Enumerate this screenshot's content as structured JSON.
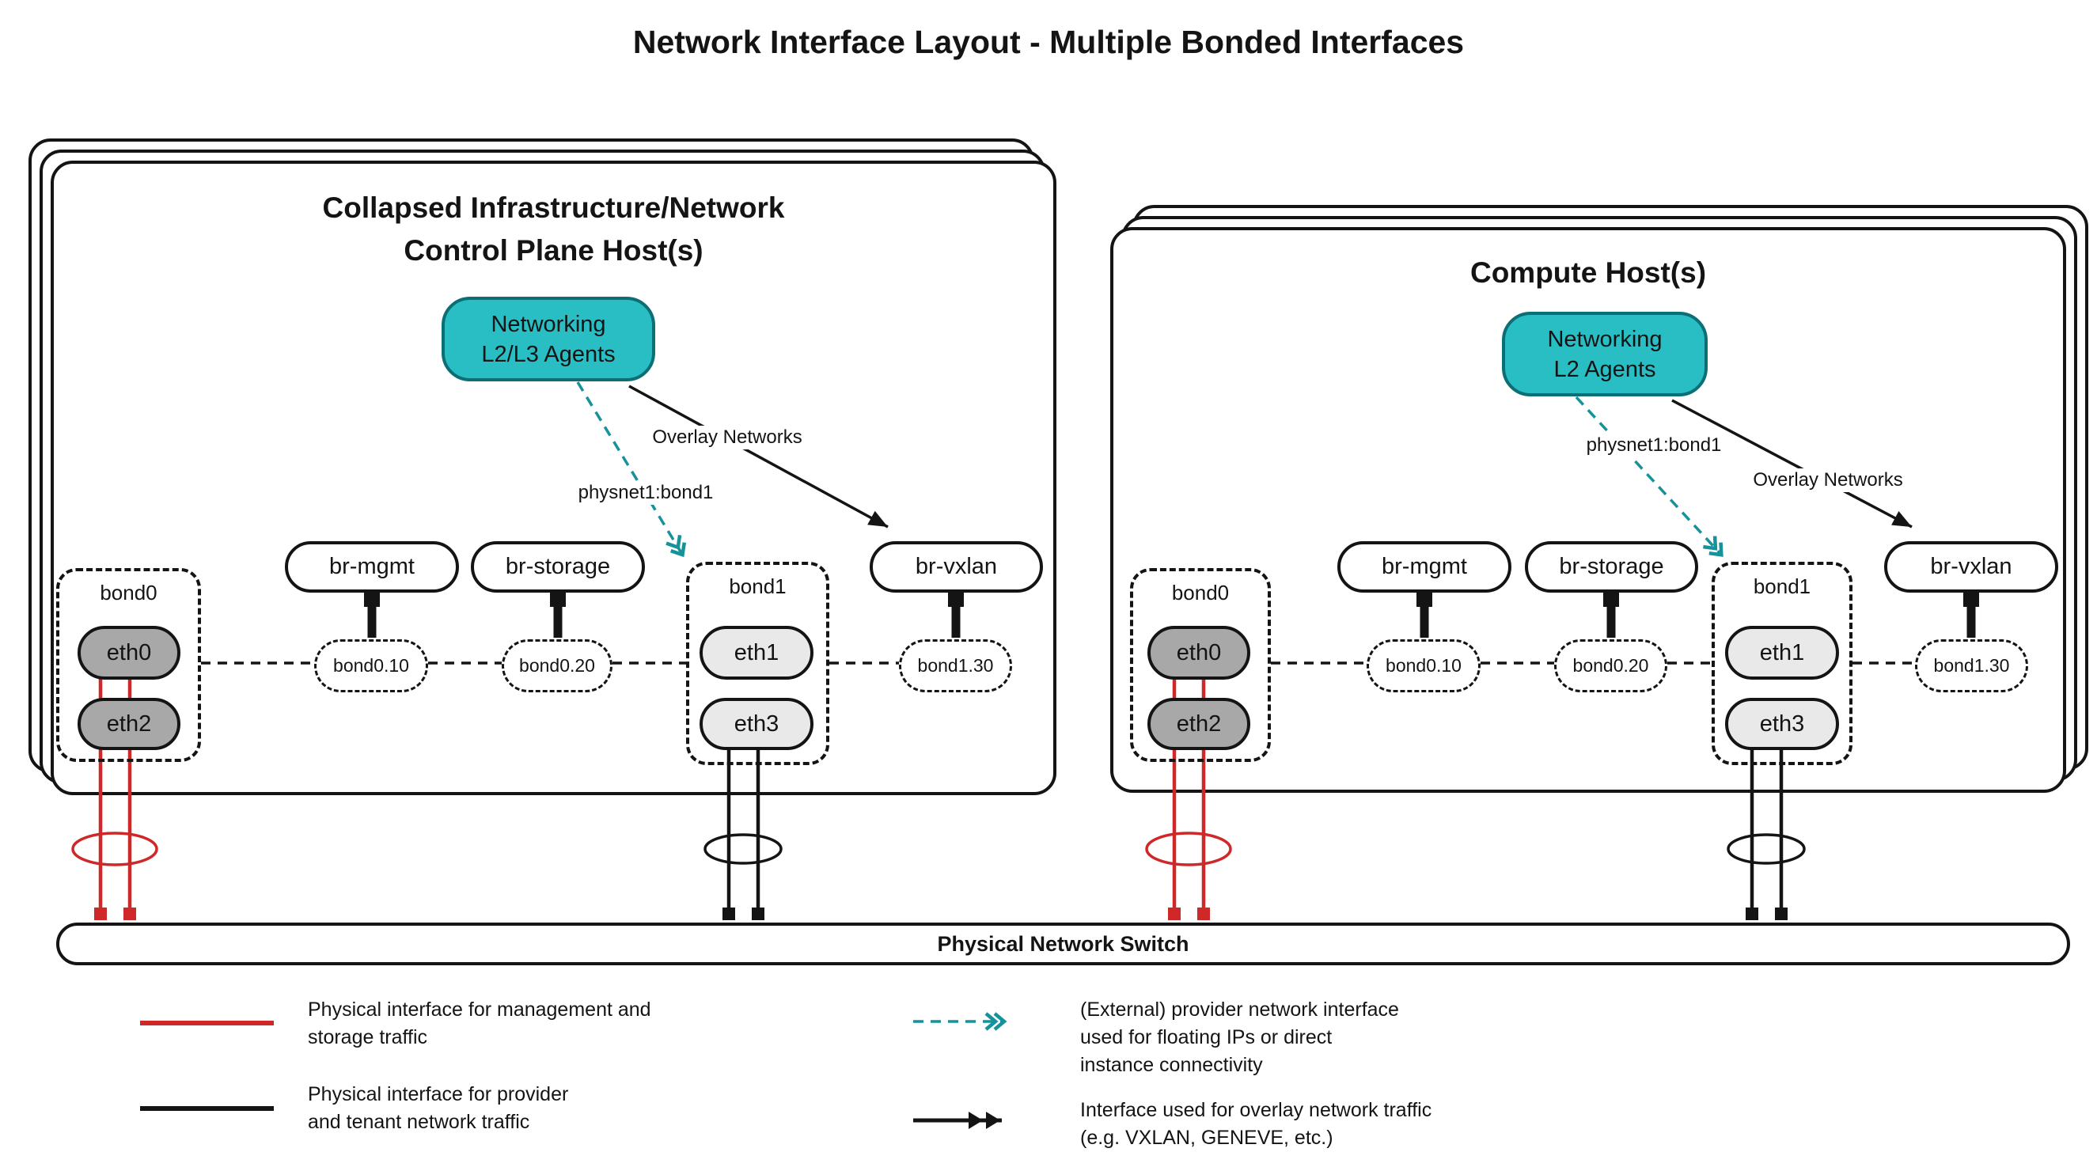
{
  "title": "Network Interface Layout - Multiple Bonded Interfaces",
  "colors": {
    "teal_fill": "#29bec4",
    "teal_border": "#0b6f75",
    "teal_arrow": "#16929b",
    "red": "#cf2828",
    "ink": "#141414",
    "eth_dark": "#a8a8a8",
    "eth_light": "#e9e9e9"
  },
  "hosts": {
    "left": {
      "title_line1": "Collapsed Infrastructure/Network",
      "title_line2": "Control Plane Host(s)",
      "agent": {
        "line1": "Networking",
        "line2": "L2/L3 Agents"
      },
      "arrow_labels": {
        "physnet": "physnet1:bond1",
        "overlay": "Overlay Networks"
      },
      "nodes": {
        "bond0": "bond0",
        "eth0": "eth0",
        "eth2": "eth2",
        "br_mgmt": "br-mgmt",
        "br_storage": "br-storage",
        "vlan_mgmt": "bond0.10",
        "vlan_storage": "bond0.20",
        "bond1": "bond1",
        "eth1": "eth1",
        "eth3": "eth3",
        "br_vxlan": "br-vxlan",
        "vlan_vxlan": "bond1.30"
      }
    },
    "right": {
      "title_line1": "Compute Host(s)",
      "agent": {
        "line1": "Networking",
        "line2": "L2 Agents"
      },
      "arrow_labels": {
        "physnet": "physnet1:bond1",
        "overlay": "Overlay Networks"
      },
      "nodes": {
        "bond0": "bond0",
        "eth0": "eth0",
        "eth2": "eth2",
        "br_mgmt": "br-mgmt",
        "br_storage": "br-storage",
        "vlan_mgmt": "bond0.10",
        "vlan_storage": "bond0.20",
        "bond1": "bond1",
        "eth1": "eth1",
        "eth3": "eth3",
        "br_vxlan": "br-vxlan",
        "vlan_vxlan": "bond1.30"
      }
    }
  },
  "switch": {
    "label": "Physical Network Switch"
  },
  "legend": {
    "mgmt_line1": "Physical interface for management and",
    "mgmt_line2": "storage traffic",
    "provider_line1": "Physical interface for provider",
    "provider_line2": "and tenant network traffic",
    "external_line1": "(External) provider network interface",
    "external_line2": "used for floating IPs or direct",
    "external_line3": "instance connectivity",
    "overlay_line1": "Interface used for overlay network traffic",
    "overlay_line2": "(e.g. VXLAN, GENEVE, etc.)"
  }
}
